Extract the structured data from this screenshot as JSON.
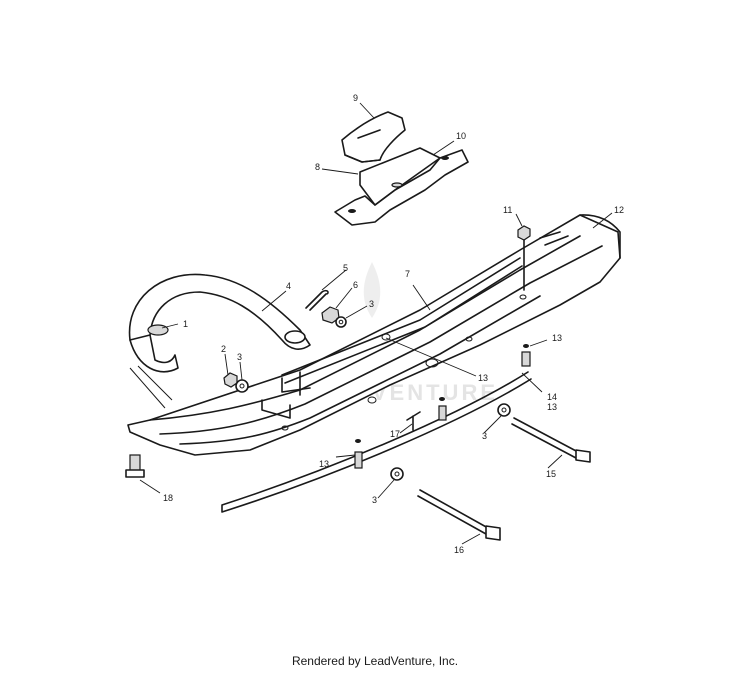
{
  "watermark": "LEADVENTURE",
  "footer": "Rendered by LeadVenture, Inc.",
  "callouts": [
    "1",
    "2",
    "3",
    "3",
    "3",
    "3",
    "4",
    "5",
    "6",
    "7",
    "8",
    "9",
    "10",
    "11",
    "12",
    "13",
    "13",
    "13",
    "13",
    "14",
    "15",
    "16",
    "17",
    "18"
  ]
}
